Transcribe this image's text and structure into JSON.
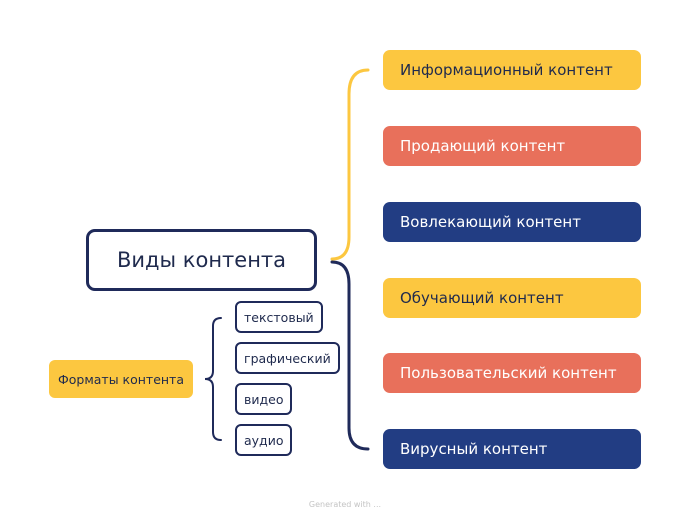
{
  "main": {
    "label": "Виды контента"
  },
  "content_types": [
    {
      "label": "Информационный контент",
      "color": "#fcc740"
    },
    {
      "label": "Продающий контент",
      "color": "#e8705b"
    },
    {
      "label": "Вовлекающий контент",
      "color": "#223d83"
    },
    {
      "label": "Обучающий контент",
      "color": "#fcc740"
    },
    {
      "label": "Пользовательский контент",
      "color": "#e8705b"
    },
    {
      "label": "Вирусный контент",
      "color": "#223d83"
    }
  ],
  "formats": {
    "label": "Форматы контента",
    "items": [
      {
        "label": "текстовый"
      },
      {
        "label": "графический"
      },
      {
        "label": "видео"
      },
      {
        "label": "аудио"
      }
    ]
  },
  "watermark": "Generated with ..."
}
